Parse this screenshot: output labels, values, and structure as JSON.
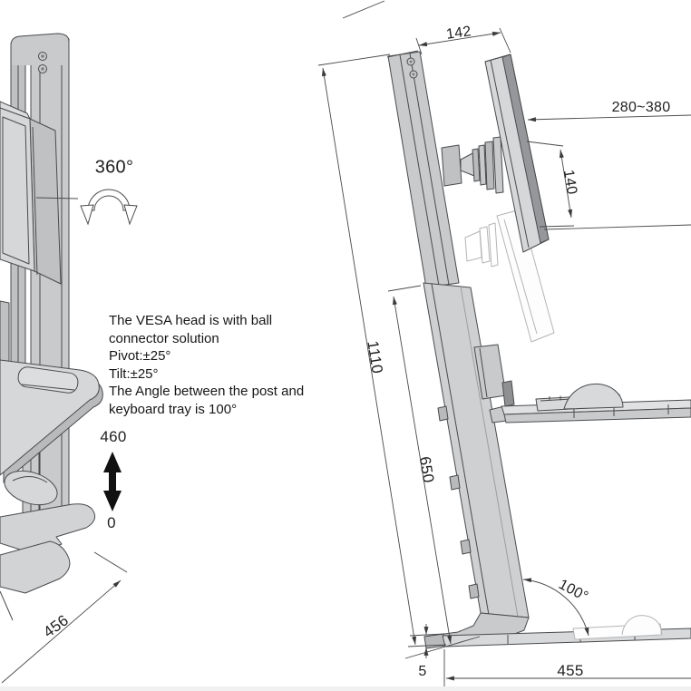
{
  "note": {
    "text": "The VESA head is with ball\nconnector solution\nPivot:±25°\nTilt:±25°\nThe Angle between the post and\nkeyboard tray is 100°"
  },
  "left_view": {
    "rotation_range": "360°",
    "height_max": "460",
    "height_min": "0",
    "base_depth": "456"
  },
  "right_view": {
    "top_width": "142",
    "monitor_height_range": "280~380",
    "vesa_height": "140",
    "post_length": "1110",
    "lower_post_length": "650",
    "tray_angle": "100°",
    "base_thickness": "5",
    "base_depth": "455"
  },
  "colors": {
    "line": "#4a4b4d",
    "dimension_line": "#48494b",
    "fill": "#c9cacc",
    "fill_light": "#dcdddf",
    "ghost": "#b4b5b7",
    "text": "#1f1f21",
    "lift_arrow": "#111111",
    "background": "#ffffff"
  }
}
